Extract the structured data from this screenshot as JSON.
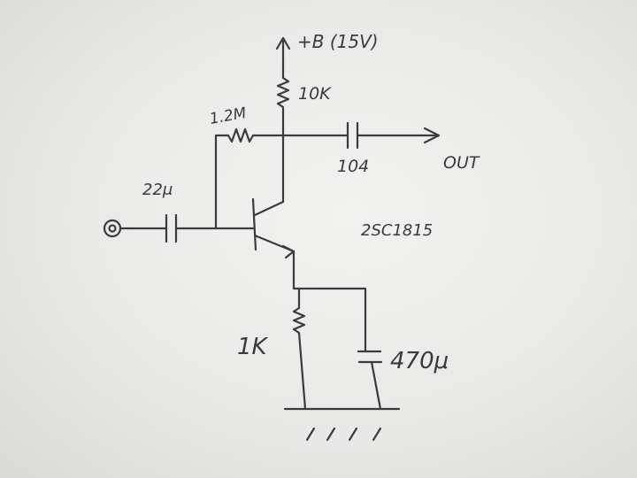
{
  "labels": {
    "supply": "+B (15V)",
    "r_collector": "10K",
    "r_bias": "1.2M",
    "c_output": "104",
    "out": "OUT",
    "c_input": "22μ",
    "transistor": "2SC1815",
    "r_emitter": "1K",
    "c_emitter": "470μ"
  },
  "colors": {
    "ink": "#3b3b3b",
    "paper": "#eeeeec"
  }
}
